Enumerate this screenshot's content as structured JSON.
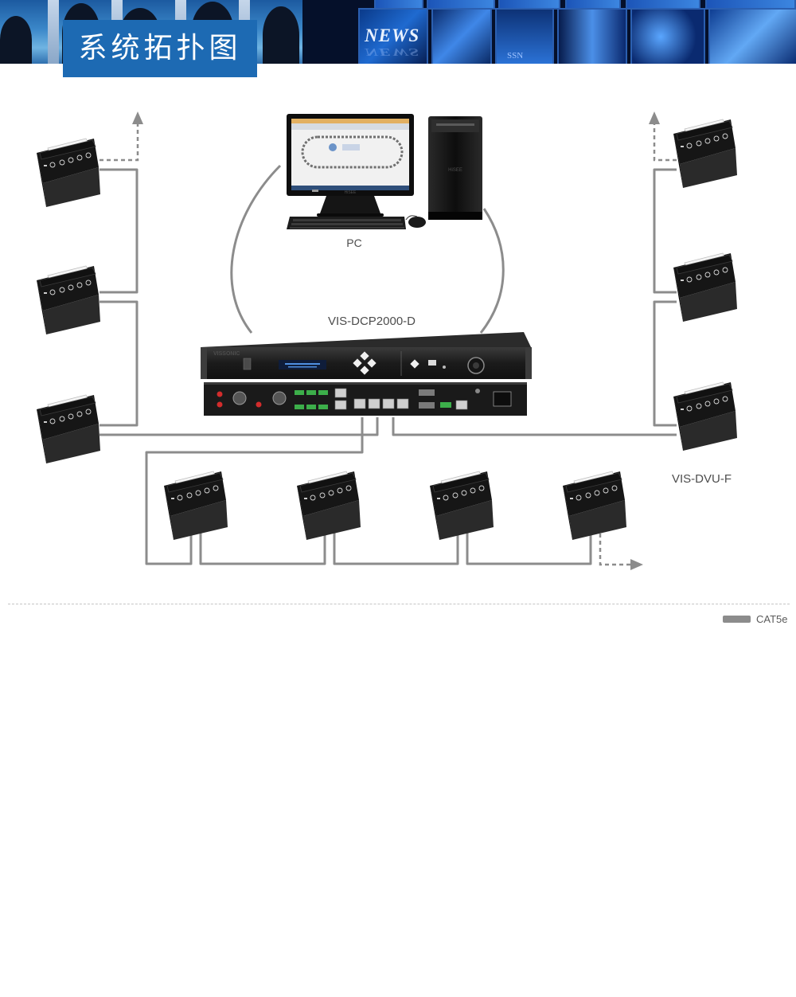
{
  "header": {
    "title": "系统拓扑图",
    "banner_text": "NEWS",
    "banner_subtext": "SSN"
  },
  "diagram": {
    "pc_label": "PC",
    "controller_label": "VIS-DCP2000-D",
    "controller_brand": "VISSONIC",
    "monitor_brand": "HiSEE",
    "tower_brand": "HiSEE",
    "unit_label": "VIS-DVU-F"
  },
  "legend": {
    "cable_label": "CAT5e"
  },
  "colors": {
    "title_box": "#1d6ab3",
    "cable": "#8c8c8c",
    "device": "#1e1e1e"
  }
}
